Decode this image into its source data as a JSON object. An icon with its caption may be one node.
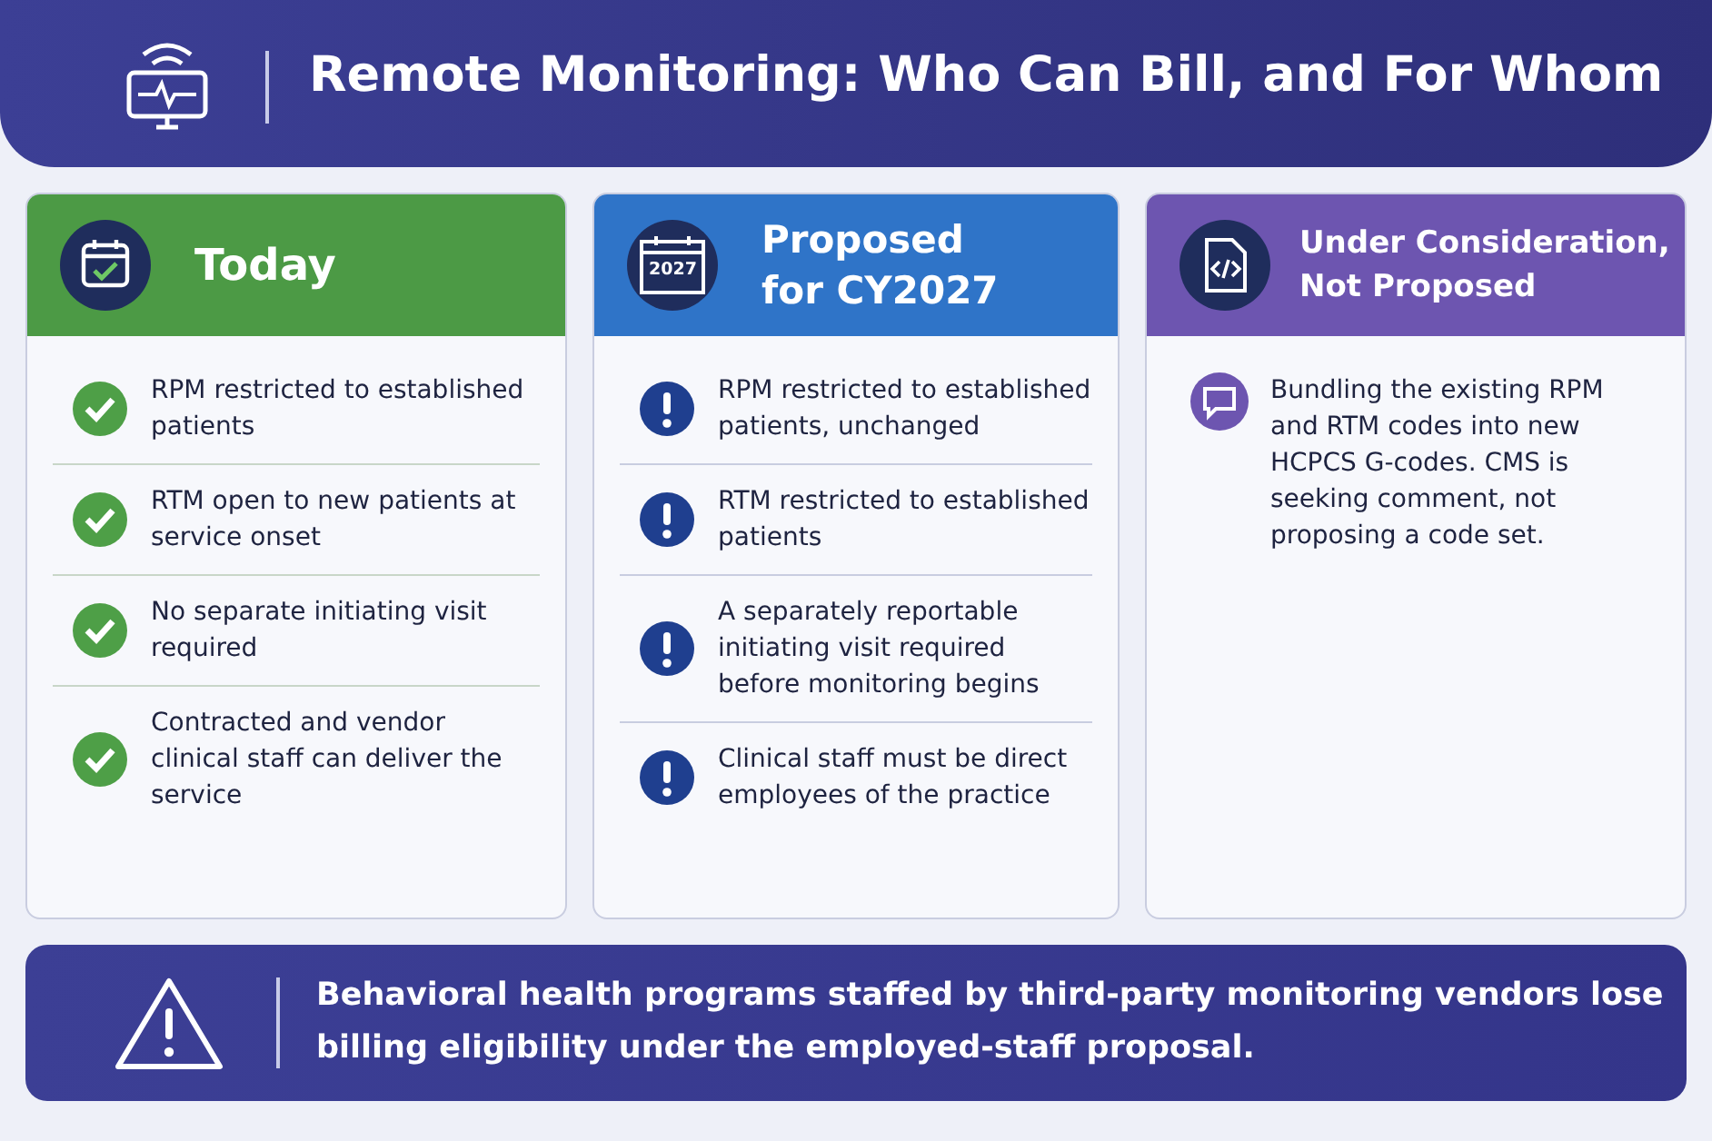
{
  "diagram": {
    "title": "Remote Monitoring: Who Can Bill, and For Whom",
    "nodes": [
      {
        "text": [
          "Today"
        ]
      },
      {
        "text": [
          "RPM restricted to established patients"
        ],
        "in": 0
      },
      {
        "text": [
          "RTM open to new patients at service onset"
        ],
        "in": 0
      },
      {
        "text": [
          "No separate initiating visit required"
        ],
        "in": 0
      },
      {
        "text": [
          "Contracted and vendor clinical staff can deliver the service"
        ],
        "in": 0
      },
      {
        "text": [
          "Proposed for CY2027"
        ]
      },
      {
        "text": [
          "RPM restricted to established patients, unchanged"
        ],
        "in": 5
      },
      {
        "text": [
          "RTM restricted to established patients"
        ],
        "in": 5
      },
      {
        "text": [
          "A separately reportable initiating visit required before monitoring begins"
        ],
        "in": 5
      },
      {
        "text": [
          "Clinical staff must be direct employees of the practice"
        ],
        "in": 5
      },
      {
        "text": [
          "Under Consideration, Not Proposed"
        ]
      },
      {
        "text": [
          "Bundling the existing RPM and RTM codes into new HCPCS G-codes. CMS is seeking comment, not proposing a code set."
        ],
        "in": 10
      },
      {
        "text": [
          "Behavioral health programs staffed by third-party monitoring vendors **lose billing eligibility** under the employed-staff proposal."
        ]
      }
    ],
    "labels": [
      "2027"
    ]
  }
}
